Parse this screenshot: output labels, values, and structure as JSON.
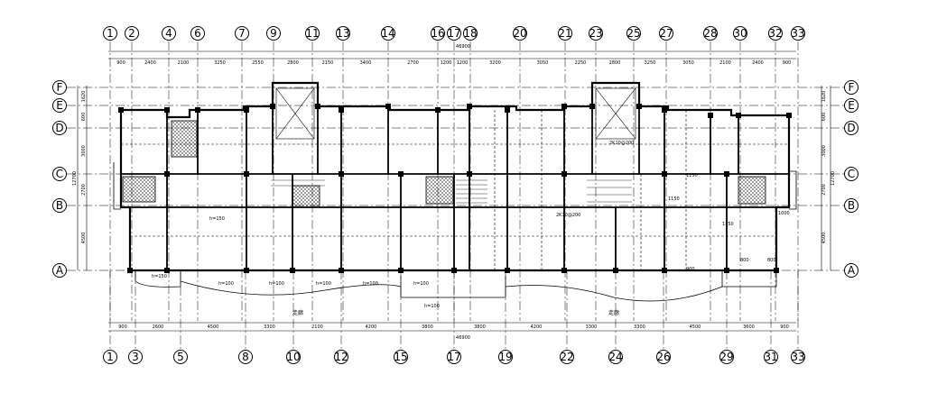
{
  "axes_top": [
    "1",
    "2",
    "4",
    "6",
    "7",
    "9",
    "11",
    "13",
    "14",
    "16",
    "17",
    "18",
    "20",
    "21",
    "23",
    "25",
    "27",
    "28",
    "30",
    "32",
    "33"
  ],
  "axes_bottom": [
    "1",
    "3",
    "5",
    "8",
    "10",
    "12",
    "15",
    "17",
    "19",
    "22",
    "24",
    "26",
    "29",
    "31",
    "33"
  ],
  "axes_rows": [
    "F",
    "E",
    "D",
    "C",
    "B",
    "A"
  ],
  "dims_top": [
    "900",
    "2400",
    "2100",
    "3250",
    "2550",
    "2800",
    "2150",
    "3400",
    "2700",
    "1200",
    "1200",
    "3200",
    "3050",
    "2250",
    "2800",
    "3250",
    "3050",
    "2100",
    "2400",
    "900"
  ],
  "dims_bottom": [
    "900",
    "2600",
    "4500",
    "3300",
    "2100",
    "4200",
    "3800",
    "3800",
    "4200",
    "3300",
    "3300",
    "4500",
    "3600",
    "900"
  ],
  "overall_top": "46900",
  "overall_bottom": "46900",
  "dims_left": [
    "1620",
    "600",
    "3000",
    "2700",
    "4500"
  ],
  "dims_left_overall": "12700",
  "dims_right": [
    "1620",
    "600",
    "3000",
    "2700",
    "4500"
  ],
  "dims_right_overall": "12700",
  "slab_labels": [
    "h=150",
    "h=100",
    "h=100",
    "h=100",
    "h=100",
    "h=100",
    "h=100",
    "h=150"
  ],
  "note_labels": [
    "2K10@200",
    "2K10@200",
    "1150",
    "1150",
    "1150",
    "800",
    "800",
    "1000",
    "900"
  ],
  "corridor_labels": [
    "走廊",
    "走廊"
  ]
}
